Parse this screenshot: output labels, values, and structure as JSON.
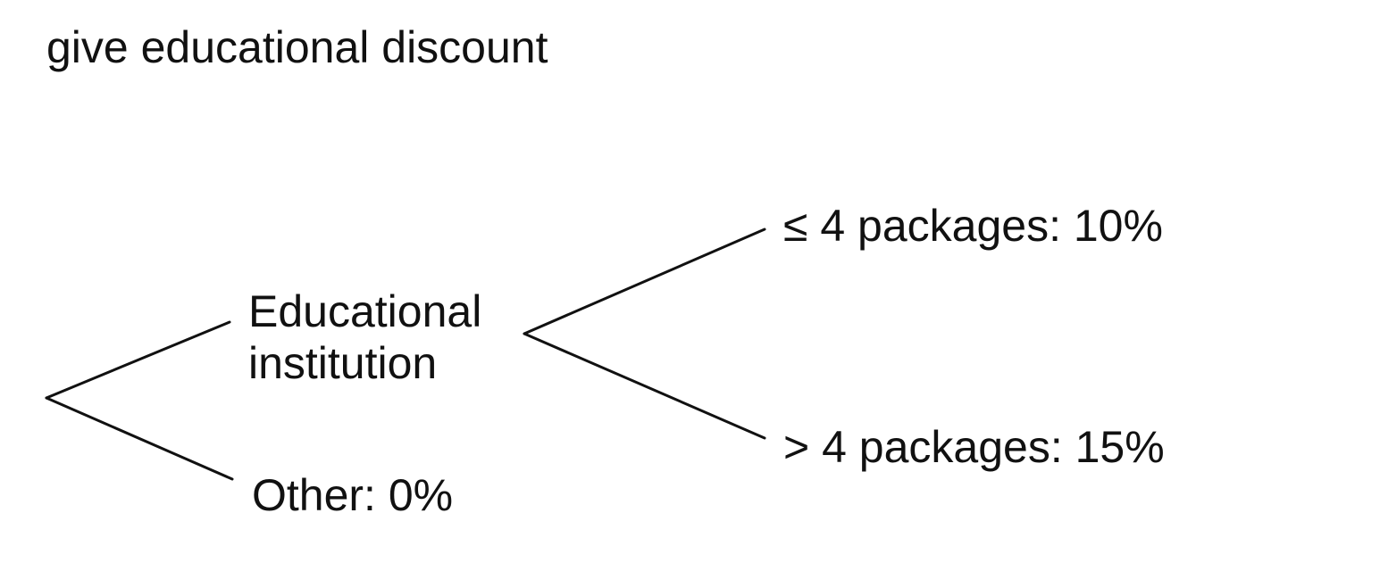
{
  "diagram": {
    "title": "give educational discount",
    "root_branches": [
      {
        "label_line1": "Educational",
        "label_line2": "institution",
        "sub_branches": [
          {
            "label": "≤ 4 packages: 10%"
          },
          {
            "label": "> 4 packages: 15%"
          }
        ]
      },
      {
        "label": "Other: 0%"
      }
    ]
  }
}
